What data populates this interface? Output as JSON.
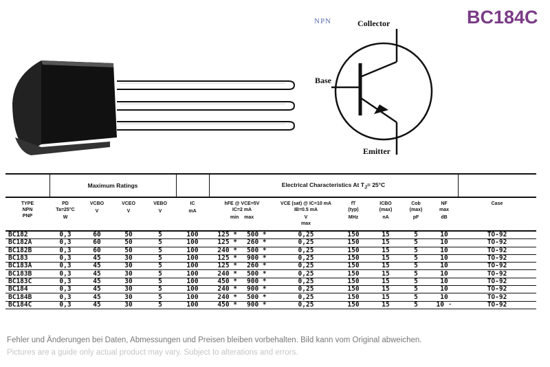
{
  "part_number": "BC184C",
  "symbol": {
    "type_label": "NPN",
    "collector": "Collector",
    "base": "Base",
    "emitter": "Emitter"
  },
  "table": {
    "group_max": "Maximum Ratings",
    "group_elec": "Electrical Characteristics At T",
    "group_elec_sub": "J",
    "group_elec_tail": "= 25°C",
    "columns": [
      {
        "name": "TYPE\nNPN\nPNP",
        "unit": ""
      },
      {
        "name": "PD\nTa=25°C",
        "unit": "W"
      },
      {
        "name": "VCBO",
        "unit": "V"
      },
      {
        "name": "VCEO",
        "unit": "V"
      },
      {
        "name": "VEBO",
        "unit": "V"
      },
      {
        "name": "IC",
        "unit": "mA"
      },
      {
        "name": "hFE @ VCE=5V\nIC=2 mA",
        "unit": "min    max"
      },
      {
        "name": "VCE (sat) @ IC=10 mA\nIB=0.5 mA",
        "unit": "V\nmax"
      },
      {
        "name": "fT\n(typ)",
        "unit": "MHz"
      },
      {
        "name": "ICBO\n(max)",
        "unit": "nA"
      },
      {
        "name": "Cob\n(max)",
        "unit": "pF"
      },
      {
        "name": "NF\nmax",
        "unit": "dB"
      },
      {
        "name": "Case",
        "unit": ""
      }
    ],
    "rows": [
      [
        "BC182",
        "0,3",
        "60",
        "50",
        "5",
        "100",
        "125 *",
        "500 *",
        "0,25",
        "150",
        "15",
        "5",
        "10",
        "TO-92"
      ],
      [
        "BC182A",
        "0,3",
        "60",
        "50",
        "5",
        "100",
        "125 *",
        "260 *",
        "0,25",
        "150",
        "15",
        "5",
        "10",
        "TO-92"
      ],
      [
        "BC182B",
        "0,3",
        "60",
        "50",
        "5",
        "100",
        "240 *",
        "500 *",
        "0,25",
        "150",
        "15",
        "5",
        "10",
        "TO-92"
      ],
      [
        "BC183",
        "0,3",
        "45",
        "30",
        "5",
        "100",
        "125 *",
        "900 *",
        "0,25",
        "150",
        "15",
        "5",
        "10",
        "TO-92"
      ],
      [
        "BC183A",
        "0,3",
        "45",
        "30",
        "5",
        "100",
        "125 *",
        "260 *",
        "0,25",
        "150",
        "15",
        "5",
        "10",
        "TO-92"
      ],
      [
        "BC183B",
        "0,3",
        "45",
        "30",
        "5",
        "100",
        "240 *",
        "500 *",
        "0,25",
        "150",
        "15",
        "5",
        "10",
        "TO-92"
      ],
      [
        "BC183C",
        "0,3",
        "45",
        "30",
        "5",
        "100",
        "450 *",
        "900 *",
        "0,25",
        "150",
        "15",
        "5",
        "10",
        "TO-92"
      ],
      [
        "BC184",
        "0,3",
        "45",
        "30",
        "5",
        "100",
        "240 *",
        "900 *",
        "0,25",
        "150",
        "15",
        "5",
        "10",
        "TO-92"
      ],
      [
        "BC184B",
        "0,3",
        "45",
        "30",
        "5",
        "100",
        "240 *",
        "500 *",
        "0,25",
        "150",
        "15",
        "5",
        "10",
        "TO-92"
      ],
      [
        "BC184C",
        "0,3",
        "45",
        "30",
        "5",
        "100",
        "450 *",
        "900 *",
        "0,25",
        "150",
        "15",
        "5",
        "10 ·",
        "TO-92"
      ]
    ]
  },
  "footer": {
    "german": "Fehler und Änderungen bei Daten, Abmessungen und Preisen bleiben vorbehalten. Bild kann vom Original abweichen.",
    "english": "Pictures are a guide only actual product may vary. Subject to alterations and errors."
  },
  "colors": {
    "title": "#7a3b86",
    "npn": "#5a6bb0",
    "footer_de": "#777777",
    "footer_en": "#c6c6c6"
  }
}
